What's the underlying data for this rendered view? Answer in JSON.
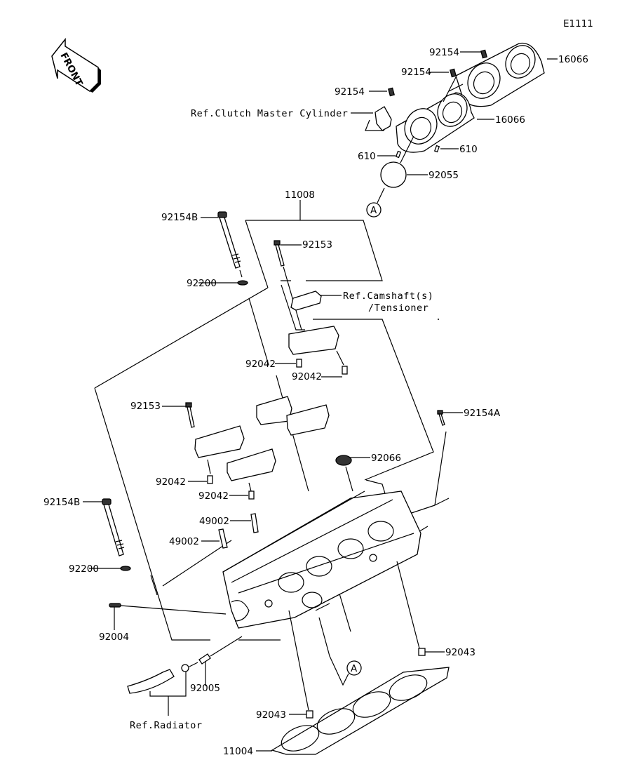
{
  "diagram_code": "E1111",
  "front_indicator": "FRONT",
  "callouts": {
    "bolt_92154_top": "92154",
    "bolt_92154_mid": "92154",
    "bolt_92154_low": "92154",
    "ref_clutch": "Ref.Clutch Master Cylinder",
    "gasket_16066_a": "16066",
    "gasket_16066_b": "16066",
    "dowel_610_left": "610",
    "dowel_610_right": "610",
    "oring_92055": "92055",
    "marker_a_top": "A",
    "assy_11008": "11008",
    "bolt_92154b_top": "92154B",
    "bolt_92153_top": "92153",
    "washer_92200_top": "92200",
    "ref_camshaft_1": "Ref.Camshaft(s)",
    "ref_camshaft_2": "/Tensioner",
    "dowel_92042_a": "92042",
    "dowel_92042_b": "92042",
    "bolt_92153_mid": "92153",
    "bolt_92154a": "92154A",
    "plug_92066": "92066",
    "dowel_92042_c": "92042",
    "dowel_92042_d": "92042",
    "bolt_92154b_low": "92154B",
    "guide_49002_a": "49002",
    "guide_49002_b": "49002",
    "washer_92200_low": "92200",
    "stud_92004": "92004",
    "dowel_92043_right": "92043",
    "fitting_92005": "92005",
    "marker_a_low": "A",
    "ref_radiator": "Ref.Radiator",
    "dowel_92043_left": "92043",
    "gasket_11004": "11004"
  }
}
